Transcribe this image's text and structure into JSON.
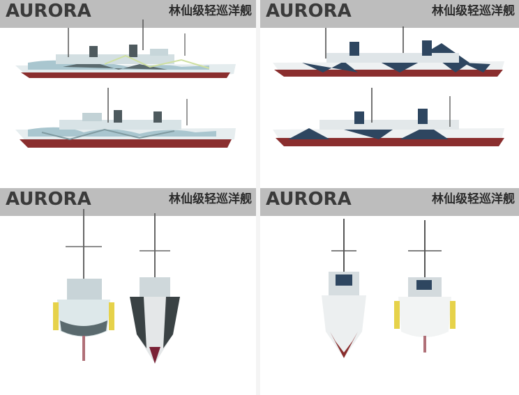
{
  "panels": [
    {
      "brand": "AURORA",
      "subtitle": "林仙级轻巡洋舰",
      "view": "side-profile",
      "scheme": "light-camouflage"
    },
    {
      "brand": "AURORA",
      "subtitle": "林仙级轻巡洋舰",
      "view": "side-profile",
      "scheme": "dazzle-camouflage"
    },
    {
      "brand": "AURORA",
      "subtitle": "林仙级轻巡洋舰",
      "view": "front-rear",
      "scheme": "light-camouflage"
    },
    {
      "brand": "AURORA",
      "subtitle": "林仙级轻巡洋舰",
      "view": "front-rear",
      "scheme": "dazzle-camouflage"
    }
  ],
  "colors": {
    "header": "#bdbdbd",
    "hull_red": "#8a2e2e",
    "camo_light": "#dde8ea",
    "camo_blue": "#a9c6cf",
    "camo_dark": "#5a6a6e",
    "dazzle_navy": "#2e4660",
    "dazzle_white": "#eef1f2"
  }
}
